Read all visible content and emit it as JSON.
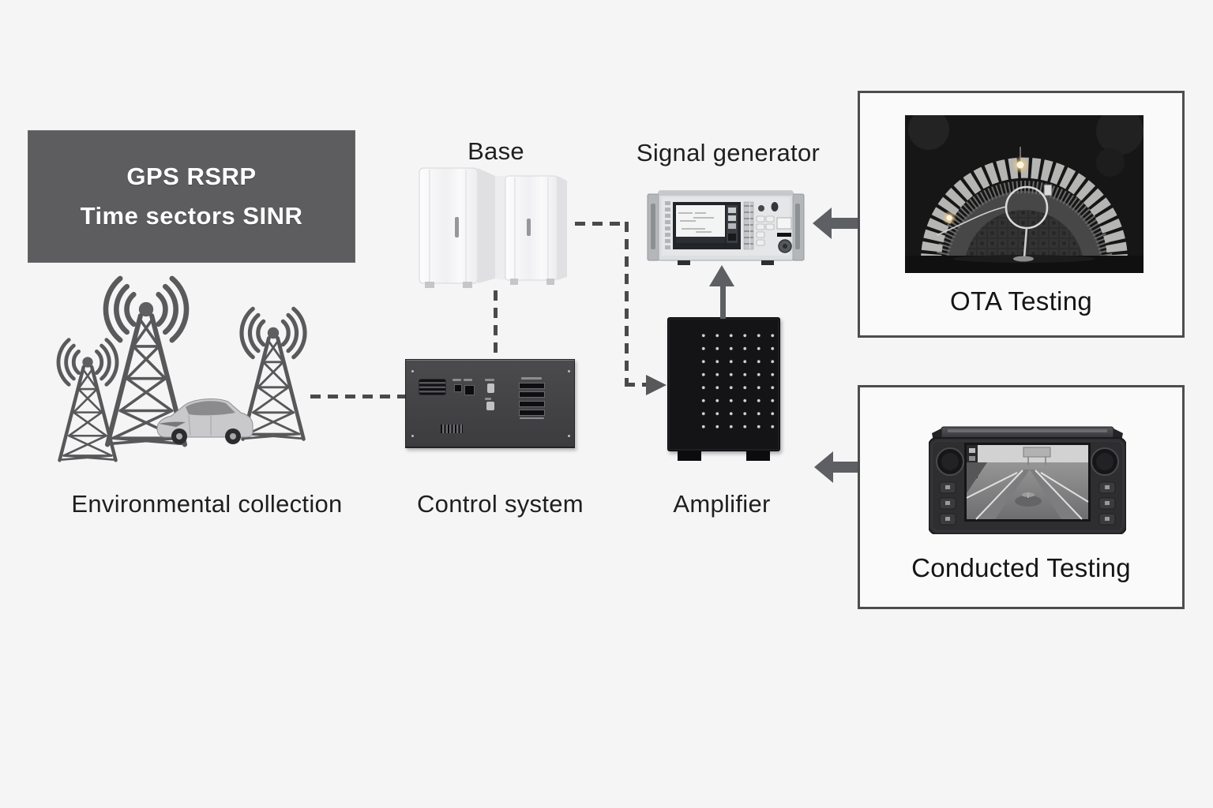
{
  "diagram": {
    "info_box": {
      "line1": "GPS RSRP",
      "line2": "Time sectors SINR"
    },
    "nodes": {
      "environmental": "Environmental collection",
      "base": "Base",
      "control": "Control system",
      "signal_generator": "Signal generator",
      "amplifier": "Amplifier",
      "ota": "OTA Testing",
      "conducted": "Conducted Testing"
    },
    "colors": {
      "background": "#f5f5f6",
      "info_box_bg": "#5d5d5f",
      "info_box_text": "#ffffff",
      "label_text": "#1f1f20",
      "connector_dash": "#4a4a4c",
      "arrow": "#5d5f62",
      "panel_border": "#4d4d4f",
      "panel_bg": "#fafafb"
    }
  }
}
